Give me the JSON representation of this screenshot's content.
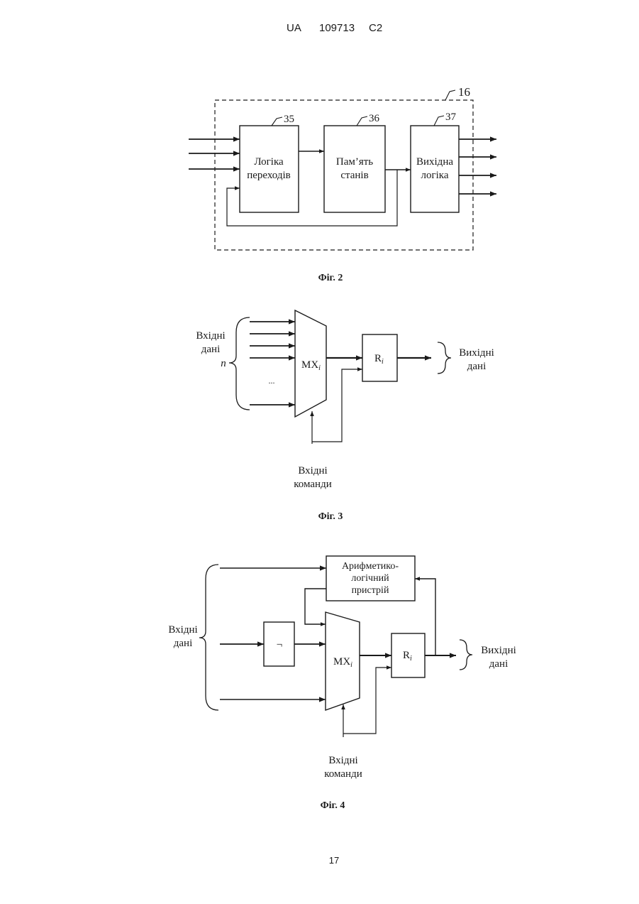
{
  "header": {
    "office": "UA",
    "number": "109713",
    "kind": "C2"
  },
  "page_number": "17",
  "fig2": {
    "caption": "Фіг. 2",
    "ref_outer": "16",
    "block1": {
      "ref": "35",
      "line1": "Логіка",
      "line2": "переходів"
    },
    "block2": {
      "ref": "36",
      "line1": "Пам’ять",
      "line2": "станів"
    },
    "block3": {
      "ref": "37",
      "line1": "Вихідна",
      "line2": "логіка"
    }
  },
  "fig3": {
    "caption": "Фіг. 3",
    "inputs_line1": "Вхідні",
    "inputs_line2": "дані",
    "inputs_count": "n",
    "ellipsis": "...",
    "mux_base": "MX",
    "mux_sub": "i",
    "reg_base": "R",
    "reg_sub": "i",
    "outputs_line1": "Вихідні",
    "outputs_line2": "дані",
    "commands_line1": "Вхідні",
    "commands_line2": "команди"
  },
  "fig4": {
    "caption": "Фіг. 4",
    "alu_line1": "Арифметико-",
    "alu_line2": "логічний",
    "alu_line3": "пристрій",
    "not_symbol": "¬",
    "mux_base": "MX",
    "mux_sub": "i",
    "reg_base": "R",
    "reg_sub": "i",
    "inputs_line1": "Вхідні",
    "inputs_line2": "дані",
    "outputs_line1": "Вихідні",
    "outputs_line2": "дані",
    "commands_line1": "Вхідні",
    "commands_line2": "команди"
  }
}
